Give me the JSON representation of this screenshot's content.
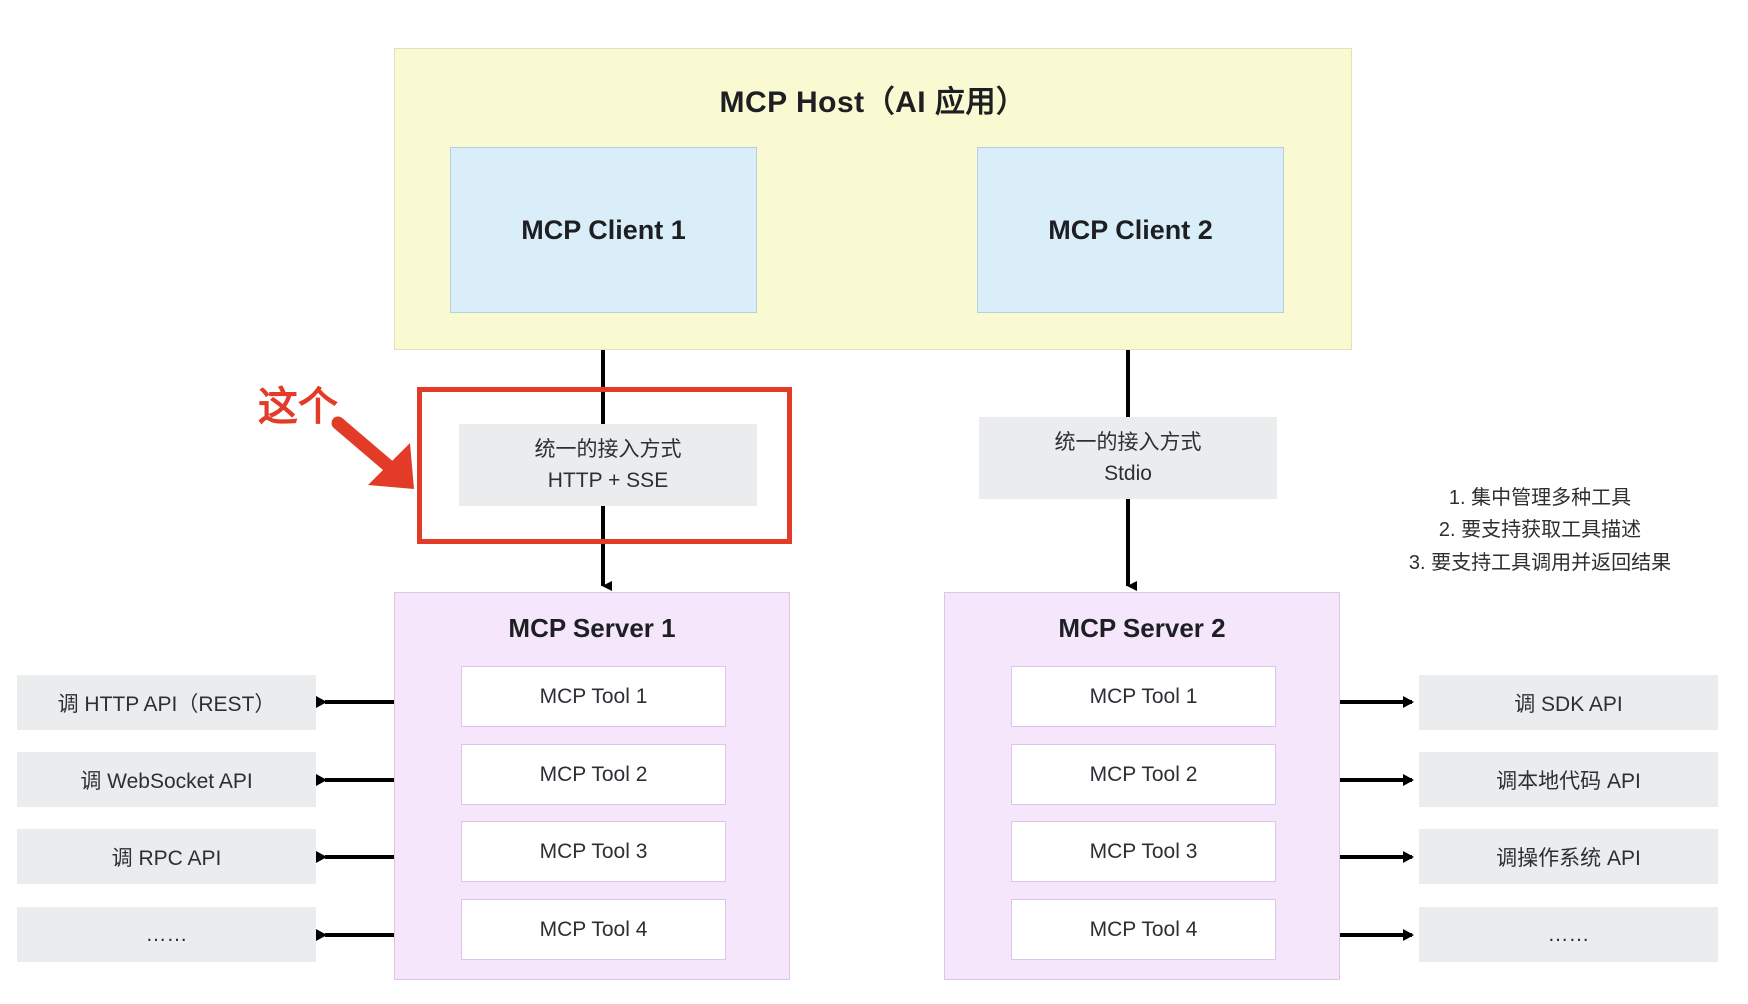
{
  "host": {
    "title": "MCP Host（AI 应用）",
    "clients": [
      {
        "label": "MCP Client 1"
      },
      {
        "label": "MCP Client 2"
      }
    ]
  },
  "transports": [
    {
      "line1": "统一的接入方式",
      "line2": "HTTP + SSE",
      "highlighted": true
    },
    {
      "line1": "统一的接入方式",
      "line2": "Stdio",
      "highlighted": false
    }
  ],
  "annotation": {
    "label": "这个",
    "color": "#E23B27",
    "arrow_icon": "down-right-arrow-icon"
  },
  "servers": [
    {
      "title": "MCP Server 1",
      "tools": [
        "MCP Tool 1",
        "MCP Tool 2",
        "MCP Tool 3",
        "MCP Tool 4"
      ]
    },
    {
      "title": "MCP Server 2",
      "tools": [
        "MCP Tool 1",
        "MCP Tool 2",
        "MCP Tool 3",
        "MCP Tool 4"
      ]
    }
  ],
  "left_api_labels": [
    "调 HTTP API（REST）",
    "调 WebSocket API",
    "调 RPC API",
    "……"
  ],
  "right_api_labels": [
    "调 SDK API",
    "调本地代码 API",
    "调操作系统 API",
    "……"
  ],
  "notes": [
    "1. 集中管理多种工具",
    "2. 要支持获取工具描述",
    "3. 要支持工具调用并返回结果"
  ],
  "colors": {
    "host_bg": "#FAFAD2",
    "client_bg": "#DAEEF9",
    "server_bg": "#F5E6FB",
    "gray_bg": "#EBECEE",
    "accent_red": "#E23B27",
    "connector": "#000000"
  }
}
